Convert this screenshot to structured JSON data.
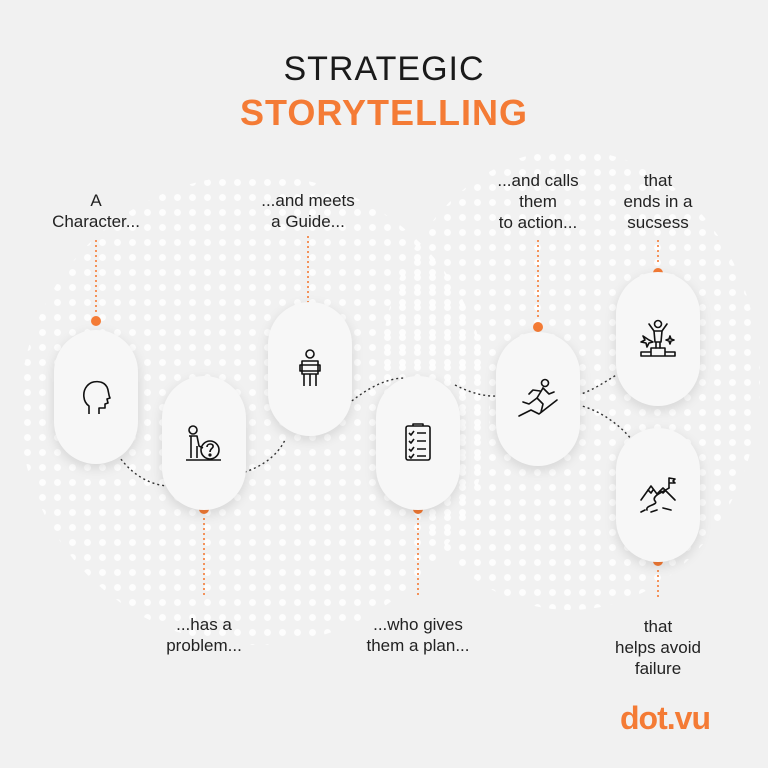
{
  "title": {
    "line1": "STRATEGIC",
    "line2": "STORYTELLING"
  },
  "colors": {
    "accent": "#f47b35",
    "text": "#222222",
    "background": "#f1f1f1"
  },
  "steps": [
    {
      "label": "A\nCharacter...",
      "icon": "head-icon"
    },
    {
      "label": "...has a\nproblem...",
      "icon": "person-with-problem-ball-icon"
    },
    {
      "label": "...and meets\na Guide...",
      "icon": "guide-person-icon"
    },
    {
      "label": "...who gives\nthem a plan...",
      "icon": "checklist-icon"
    },
    {
      "label": "...and calls\nthem\nto action...",
      "icon": "running-person-icon"
    },
    {
      "label": "that\nends in a\nsucsess",
      "icon": "winner-podium-icon"
    },
    {
      "label": "that\nhelps avoid\nfailure",
      "icon": "mountain-path-icon"
    }
  ],
  "logo": "dot.vu"
}
